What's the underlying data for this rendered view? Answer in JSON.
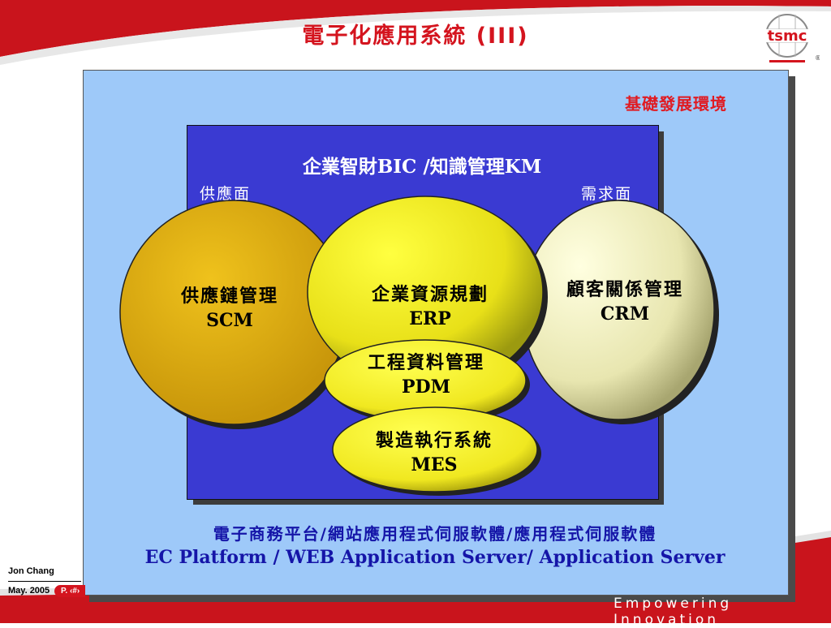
{
  "slide": {
    "title": "電子化應用系統 (III)",
    "environment_label": "基礎發展環境",
    "km_title": "企業智財BIC /知識管理KM",
    "supply_side_label": "供應面",
    "demand_side_label": "需求面",
    "bubbles": {
      "scm": {
        "zh": "供應鏈管理",
        "en": "SCM"
      },
      "erp": {
        "zh": "企業資源規劃",
        "en": "ERP"
      },
      "crm": {
        "zh": "顧客關係管理",
        "en": "CRM"
      },
      "pdm": {
        "zh": "工程資料管理",
        "en": "PDM"
      },
      "mes": {
        "zh": "製造執行系統",
        "en": "MES"
      }
    },
    "platform_zh": "電子商務平台/網站應用程式伺服軟體/應用程式伺服軟體",
    "platform_en": "EC Platform / WEB Application Server/ Application Server"
  },
  "footer": {
    "author": "Jon Chang",
    "date": "May. 2005",
    "page": "P. ‹#›",
    "tagline": "Empowering Innovation"
  },
  "logo": {
    "text": "tsmc",
    "mark": "®"
  },
  "colors": {
    "title_red": "#d4141e",
    "panel_blue": "#9ec9f9",
    "inner_blue": "#3a3ad2",
    "scm_gold": "#dcaa10",
    "erp_yellow": "#f0ea20",
    "crm_cream": "#ecebb8",
    "text_navy": "#1515a8"
  }
}
